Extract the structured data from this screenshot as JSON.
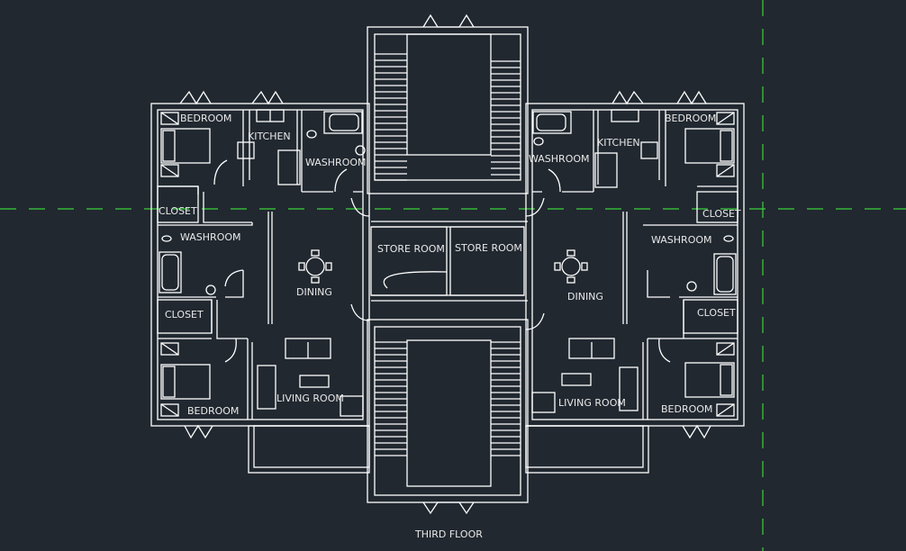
{
  "drawing": {
    "title": "THIRD FLOOR",
    "background_color": "#212830",
    "line_color": "#ffffff",
    "guide_color": "#3ad13a"
  },
  "labels": {
    "left_bedroom_top": "BEDROOM",
    "left_kitchen": "KITCHEN",
    "left_washroom_top": "WASHROOM",
    "left_closet_top": "CLOSET",
    "left_washroom_mid": "WASHROOM",
    "left_dining": "DINING",
    "left_closet_bottom": "CLOSET",
    "left_living_room": "LIVING ROOM",
    "left_bedroom_bottom": "BEDROOM",
    "store_room_left": "STORE ROOM",
    "store_room_right": "STORE ROOM",
    "right_washroom_top": "WASHROOM",
    "right_kitchen": "KITCHEN",
    "right_bedroom_top": "BEDROOM",
    "right_closet_top": "CLOSET",
    "right_washroom_mid": "WASHROOM",
    "right_dining": "DINING",
    "right_closet_bottom": "CLOSET",
    "right_living_room": "LIVING ROOM",
    "right_bedroom_bottom": "BEDROOM"
  }
}
